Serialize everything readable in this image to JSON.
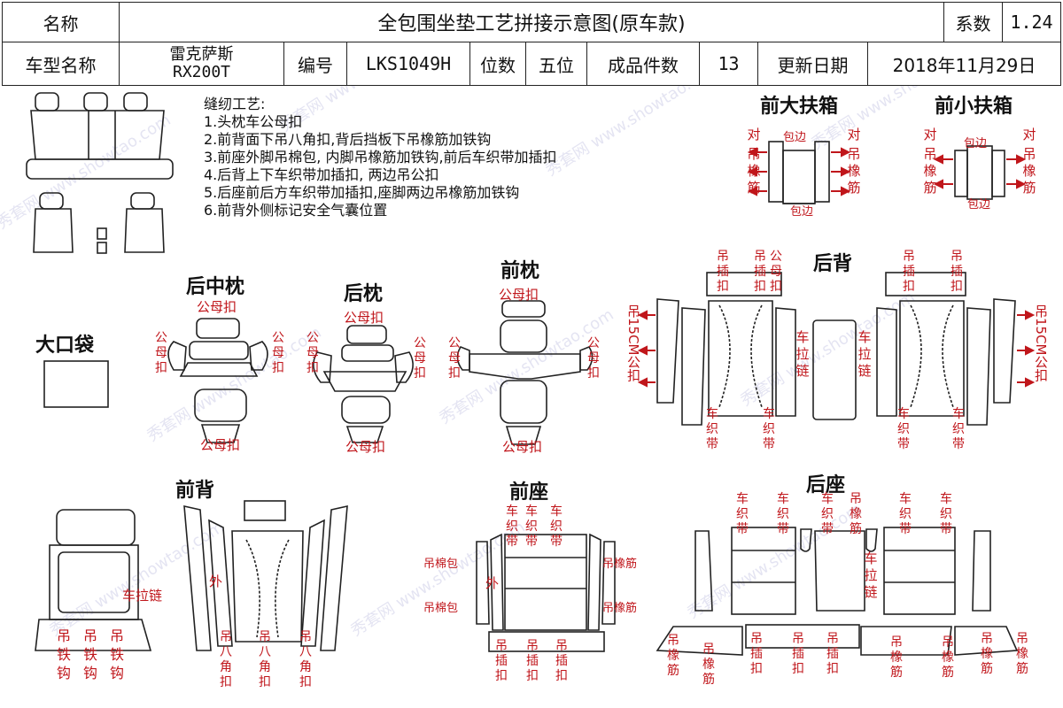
{
  "header": {
    "name_label": "名称",
    "title": "全包围坐垫工艺拼接示意图(原车款)",
    "coef_label": "系数",
    "coef_value": "1.24",
    "model_label": "车型名称",
    "model_line1": "雷克萨斯",
    "model_line2": "RX200T",
    "code_label": "编号",
    "code_value": "LKS1049H",
    "seats_label": "位数",
    "seats_value": "五位",
    "pieces_label": "成品件数",
    "pieces_value": "13",
    "updated_label": "更新日期",
    "updated_value": "2018年11月29日"
  },
  "notes": {
    "heading": "缝纫工艺:",
    "items": [
      "1.头枕车公母扣",
      "2.前背面下吊八角扣,背后挡板下吊橡筋加铁钩",
      "3.前座外脚吊棉包, 内脚吊橡筋加铁钩,前后车织带加插扣",
      "4.后背上下车织带加插扣, 两边吊公扣",
      "5.后座前后方车织带加插扣,座脚两边吊橡筋加铁钩",
      "6.前背外侧标记安全气囊位置"
    ]
  },
  "sections": {
    "front_big_armrest": "前大扶箱",
    "front_small_armrest": "前小扶箱",
    "rear_mid_headrest": "后中枕",
    "rear_headrest": "后枕",
    "front_headrest": "前枕",
    "rear_back": "后背",
    "big_pocket": "大口袋",
    "front_back": "前背",
    "front_seat": "前座",
    "rear_seat": "后座"
  },
  "labels": {
    "opposite": "对",
    "hang": "吊",
    "rubber": "橡",
    "tendon": "筋",
    "wrap": "包边",
    "buckle_mf": "公母扣",
    "mf_a": "公",
    "mf_b": "母",
    "mf_c": "扣",
    "wrap_a": "包",
    "wrap_b": "边",
    "insert": "插",
    "vehicle": "车",
    "weave": "织",
    "belt": "带",
    "zip": "拉",
    "chain": "链",
    "rear_side": "吊15CM公扣",
    "zipper": "车拉链",
    "outside": "外",
    "iron": "铁",
    "hook": "钩",
    "eight": "八",
    "corner": "角",
    "hang_cotton": "吊棉包",
    "hang_rubber": "吊橡筋"
  },
  "watermark": "秀套网 www.showtao.com",
  "colors": {
    "accent": "#c0161b",
    "line": "#222222"
  }
}
